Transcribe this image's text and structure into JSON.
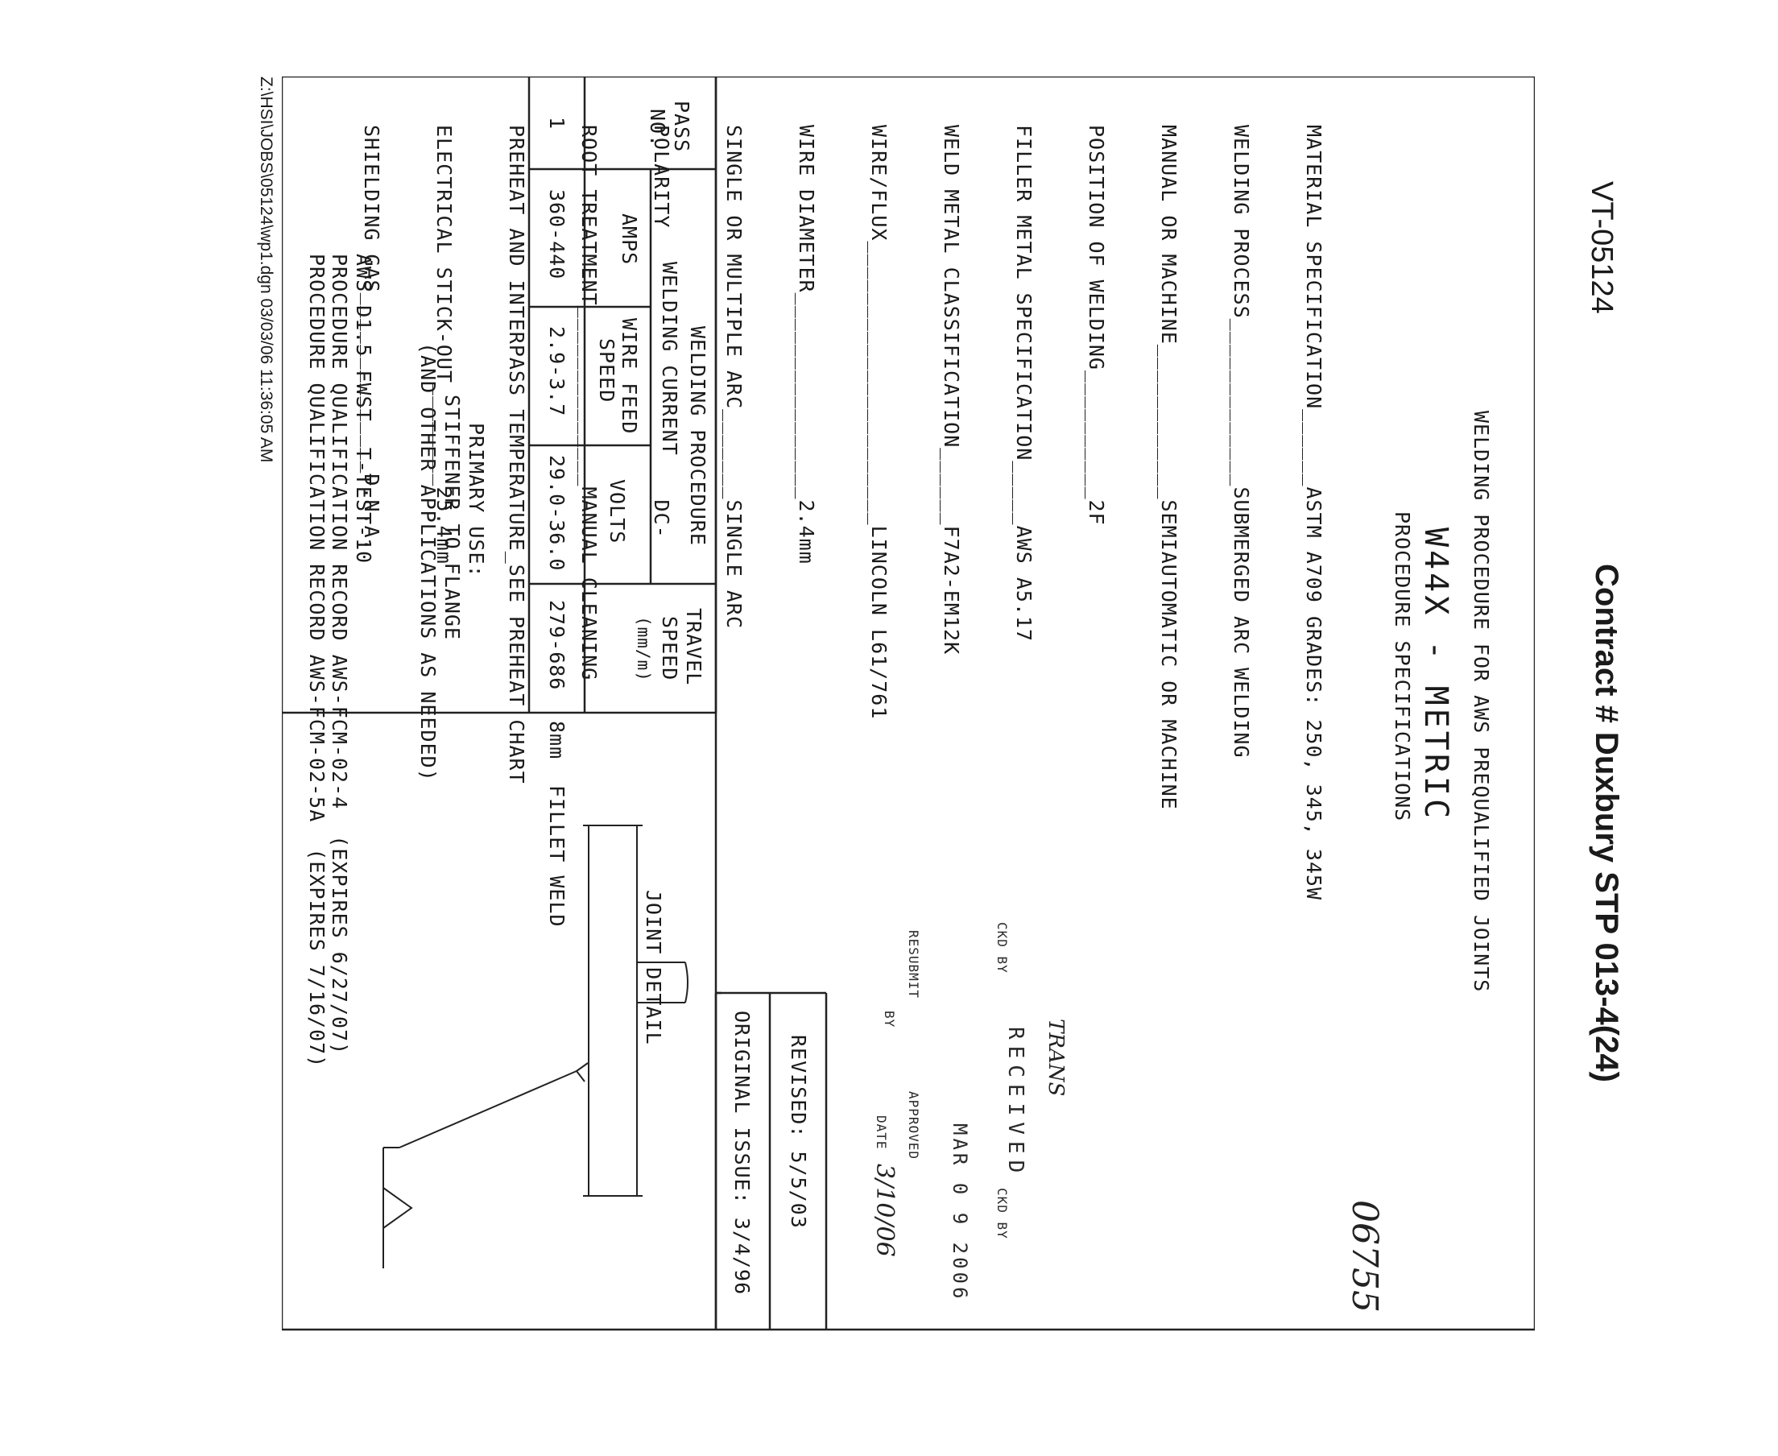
{
  "document_id": "VT-05124",
  "contract": "Contract # Duxbury STP 013-4(24)",
  "title": "WELDING PROCEDURE FOR AWS PREQUALIFIED JOINTS",
  "procedure_code": "W44X - METRIC",
  "spec_heading": "PROCEDURE SPECIFICATIONS",
  "specs": [
    {
      "label": "MATERIAL SPECIFICATION",
      "value": "ASTM A709 GRADES: 250, 345, 345W"
    },
    {
      "label": "WELDING PROCESS",
      "value": "SUBMERGED ARC WELDING"
    },
    {
      "label": "MANUAL OR MACHINE",
      "value": "SEMIAUTOMATIC OR MACHINE"
    },
    {
      "label": "POSITION OF WELDING",
      "value": "2F"
    },
    {
      "label": "FILLER METAL SPECIFICATION",
      "value": "AWS A5.17"
    },
    {
      "label": "WELD METAL CLASSIFICATION",
      "value": "F7A2-EM12K"
    },
    {
      "label": "WIRE/FLUX",
      "value": "LINCOLN L61/761"
    },
    {
      "label": "WIRE DIAMETER",
      "value": "2.4mm"
    },
    {
      "label": "SINGLE OR MULTIPLE ARC",
      "value": "SINGLE ARC"
    },
    {
      "label": "POLARITY",
      "value": "DC-"
    },
    {
      "label": "ROOT TREATMENT",
      "value": "MANUAL CLEANING"
    },
    {
      "label": "PREHEAT AND INTERPASS TEMPERATURE",
      "value": "SEE PREHEAT CHART"
    },
    {
      "label": "ELECTRICAL STICK-OUT",
      "value": "25.4mm"
    },
    {
      "label": "SHIELDING GAS",
      "value": "D.N.A."
    }
  ],
  "revised": "REVISED: 5/5/03",
  "original_issue": "ORIGINAL ISSUE: 3/4/96",
  "welding_procedure_heading": "WELDING PROCEDURE",
  "table": {
    "pass_header": "PASS",
    "no_header": "NO.",
    "current_header": "WELDING CURRENT",
    "col_amps": "AMPS",
    "col_wfs_1": "WIRE FEED",
    "col_wfs_2": "SPEED",
    "col_volts": "VOLTS",
    "col_travel_1": "TRAVEL",
    "col_travel_2": "SPEED",
    "col_travel_3": "(mm/m)",
    "row": {
      "pass": "1",
      "amps": "360-440",
      "wfs": "2.9-3.7",
      "volts": "29.0-36.0",
      "travel": "279-686"
    }
  },
  "joint_detail": "JOINT DETAIL",
  "weld_size": "8mm",
  "weld_type": "FILLET WELD",
  "primary_use_heading": "PRIMARY USE:",
  "primary_use_1": "STIFFENER TO FLANGE",
  "primary_use_2": "(AND OTHER APPLICATIONS AS NEEDED)",
  "aws_ref": "AWS D1.5 FWST  T-TEST-10",
  "pqr_1": "PROCEDURE QUALIFICATION RECORD AWS-FCM-02-4  (EXPIRES 6/27/07)",
  "pqr_2": "PROCEDURE QUALIFICATION RECORD AWS-FCM-02-5A  (EXPIRES 7/16/07)",
  "file_path": "Z:\\HSI\\JOBS\\05124\\wp1.dgn 03/03/06 11:36:05 AM",
  "stamp": {
    "received": "RECEIVED",
    "trans": "TRANS",
    "date": "MAR 0 9 2006",
    "ckd_by_1": "CKD BY",
    "ckd_by_2": "CKD BY",
    "resubmit": "RESUBMIT",
    "approved": "APPROVED",
    "by": "BY",
    "date_label": "DATE",
    "date_hand": "3/10/06"
  },
  "handwritten_number": "06755"
}
